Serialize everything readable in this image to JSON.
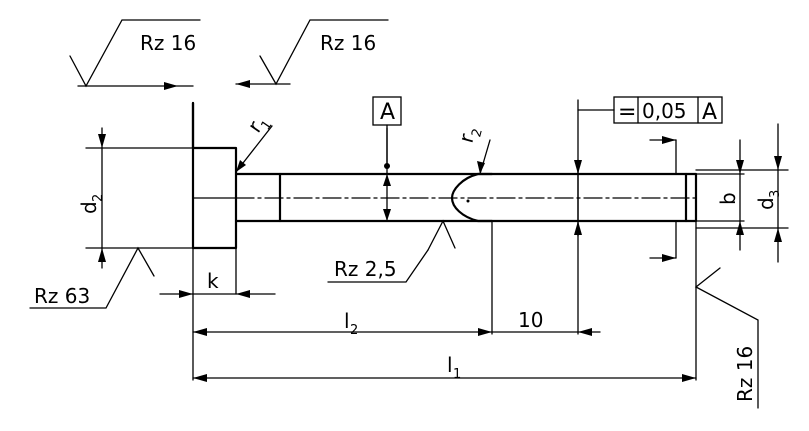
{
  "drawing": {
    "surface_finish": {
      "top_left": "Rz 16",
      "top_mid": "Rz 16",
      "shank": "Rz 2,5",
      "head_bottom": "Rz 63",
      "end_face": "Rz 16"
    },
    "datum": {
      "label": "A"
    },
    "tolerance_frame": {
      "symbol": "=",
      "value": "0,05",
      "datum": "A"
    },
    "dimensions": {
      "r1": "r",
      "r1_sub": "1",
      "r2": "r",
      "r2_sub": "2",
      "d2": "d",
      "d2_sub": "2",
      "d3": "d",
      "d3_sub": "3",
      "b": "b",
      "k": "k",
      "l2": "l",
      "l2_sub": "2",
      "l1": "l",
      "l1_sub": "1",
      "ten": "10"
    }
  }
}
